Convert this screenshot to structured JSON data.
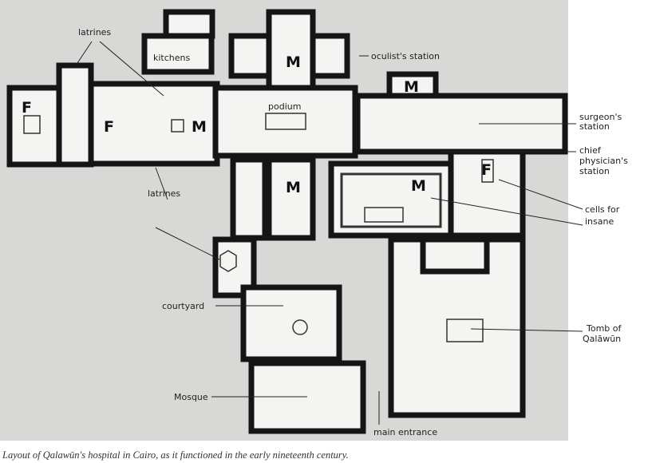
{
  "figure": {
    "caption": "Layout of Qalawūn's hospital in Cairo, as it functioned in the early nineteenth century.",
    "labels": {
      "latrines_top": "latrines",
      "kitchens": "kitchens",
      "oculist": "oculist's station",
      "podium": "podium",
      "surgeon_1": "surgeon's",
      "surgeon_2": "station",
      "chief_1": "chief",
      "chief_2": "physician's",
      "chief_3": "station",
      "cells_1": "cells for",
      "cells_2": "insane",
      "latrines_mid": "latrines",
      "courtyard": "courtyard",
      "tomb_1": "Tomb of",
      "tomb_2": "Qalāwūn",
      "mosque": "Mosque",
      "main_entrance": "main entrance"
    },
    "ward_marks": {
      "male": "M",
      "female": "F"
    },
    "colors": {
      "background": "#d8d8d6",
      "walls": "#151515",
      "rooms": "#f4f4f2",
      "paper": "#ffffff"
    }
  }
}
